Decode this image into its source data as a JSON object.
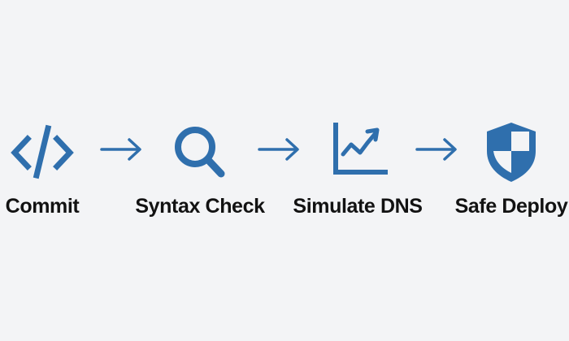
{
  "colors": {
    "background": "#f3f4f6",
    "icon": "#2f6fad",
    "text": "#121212"
  },
  "steps": [
    {
      "label": "Commit",
      "icon": "code-icon"
    },
    {
      "label": "Syntax Check",
      "icon": "magnifier-icon"
    },
    {
      "label": "Simulate DNS",
      "icon": "trend-chart-icon"
    },
    {
      "label": "Safe Deploy",
      "icon": "shield-icon"
    }
  ],
  "connectors": [
    {
      "icon": "arrow-right-icon"
    },
    {
      "icon": "arrow-right-icon"
    },
    {
      "icon": "arrow-right-icon"
    }
  ]
}
